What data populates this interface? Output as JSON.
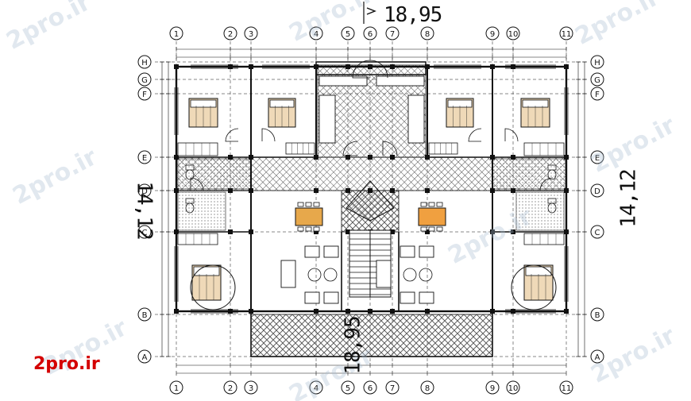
{
  "brand": {
    "label": "2pro.ir",
    "color": "#d40000"
  },
  "watermark": {
    "text": "2pro.ir"
  },
  "dimensions": {
    "overall_width": "18,95",
    "overall_depth": "14,12"
  },
  "grid": {
    "columns": [
      "1",
      "2",
      "3",
      "4",
      "5",
      "6",
      "7",
      "8",
      "9",
      "10",
      "11"
    ],
    "rows": [
      "H",
      "G",
      "F",
      "E",
      "D",
      "C",
      "B",
      "A"
    ]
  },
  "colors": {
    "line": "#111111",
    "hatch": "#555555",
    "sofa_left": "#e7a84b",
    "sofa_right": "#f0a040",
    "bed_fill": "#efd9b8"
  },
  "icons": [
    "section-arrow-icon",
    "bed-icon",
    "dining-table-icon",
    "sofa-icon",
    "stair-icon",
    "toilet-icon",
    "door-swing-icon"
  ]
}
